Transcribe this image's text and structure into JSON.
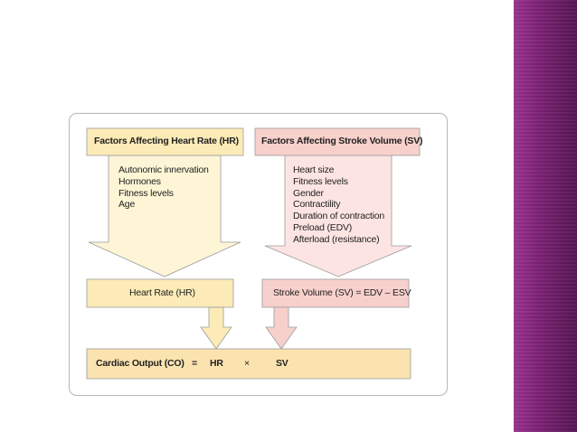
{
  "diagram": {
    "hr_header": "Factors Affecting Heart Rate (HR)",
    "sv_header": "Factors Affecting Stroke Volume (SV)",
    "hr_factors": [
      "Autonomic innervation",
      "Hormones",
      "Fitness levels",
      "Age"
    ],
    "sv_factors": [
      "Heart size",
      "Fitness levels",
      "Gender",
      "Contractility",
      "Duration of contraction",
      "Preload (EDV)",
      "Afterload (resistance)"
    ],
    "hr_box": "Heart Rate (HR)",
    "sv_box": "Stroke Volume (SV) = EDV – ESV",
    "output": {
      "label": "Cardiac Output (CO)",
      "equals": "=",
      "hr": "HR",
      "times": "×",
      "sv": "SV"
    }
  },
  "colors": {
    "hr_fill": "#fcebb7",
    "hr_arrow": "#fdf5d6",
    "sv_fill": "#f7d0cc",
    "sv_arrow": "#fce4e2",
    "output_fill": "#fbe3b0",
    "accent": "#7d2275"
  }
}
